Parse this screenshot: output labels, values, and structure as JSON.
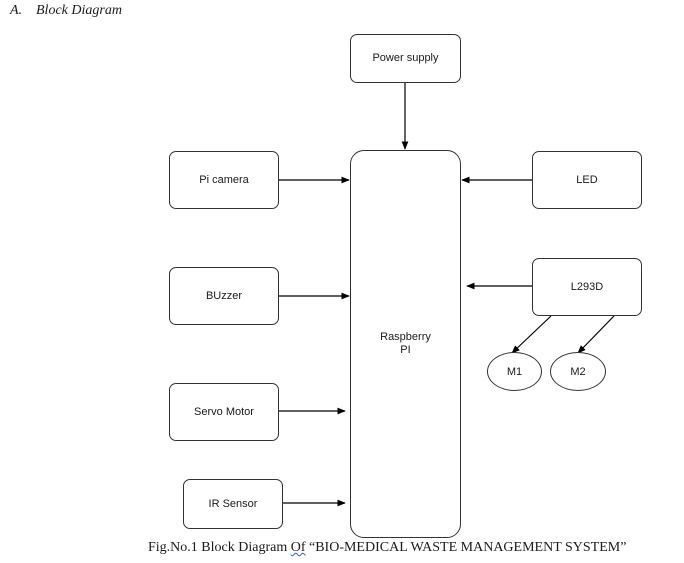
{
  "heading": {
    "number": "A.",
    "title": "Block Diagram"
  },
  "blocks": {
    "power_supply": "Power supply",
    "pi_camera": "Pi camera",
    "buzzer": "BUzzer",
    "servo_motor": "Servo Motor",
    "ir_sensor": "IR Sensor",
    "raspberry_pi_line1": "Raspberry",
    "raspberry_pi_line2": "PI",
    "led": "LED",
    "l293d": "L293D",
    "m1": "M1",
    "m2": "M2"
  },
  "caption": {
    "prefix": "Fig.No.1 Block Diagram ",
    "of": "Of",
    "suffix": " “BIO-MEDICAL WASTE MANAGEMENT SYSTEM”"
  }
}
